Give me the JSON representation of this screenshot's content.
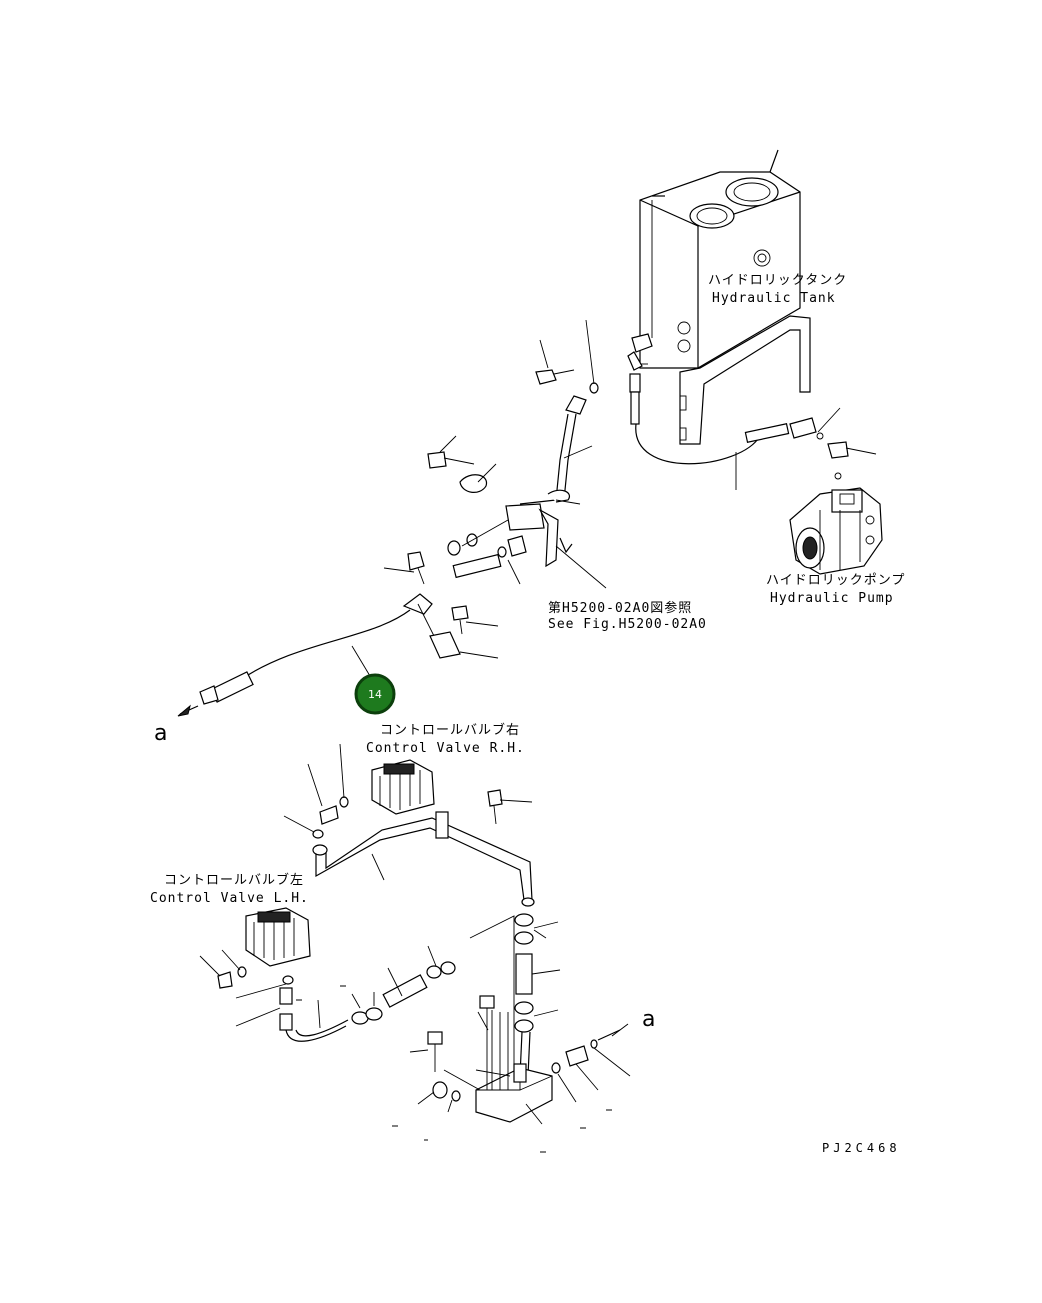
{
  "labels": {
    "hydraulic_tank_jp": "ハイドロリックタンク",
    "hydraulic_tank_en": "Hydraulic Tank",
    "hydraulic_pump_jp": "ハイドロリックポンプ",
    "hydraulic_pump_en": "Hydraulic Pump",
    "see_fig_jp": "第H5200-02A0図参照",
    "see_fig_en": "See Fig.H5200-02A0",
    "control_valve_rh_jp": "コントロールバルブ右",
    "control_valve_rh_en": "Control Valve R.H.",
    "control_valve_lh_jp": "コントロールバルブ左",
    "control_valve_lh_en": "Control Valve L.H.",
    "connection_a_left": "a",
    "connection_a_right": "a",
    "drawing_code": "PJ2C468"
  },
  "callout": {
    "number": "14",
    "color": "#1e7a1e"
  }
}
